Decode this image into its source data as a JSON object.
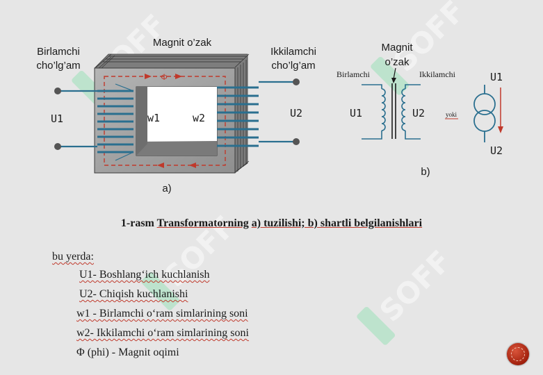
{
  "fig_a": {
    "primary_label_1": "Birlamchi",
    "primary_label_2": "cho’lg’am",
    "core_label": "Magnit o’zak",
    "secondary_label_1": "Ikkilamchi",
    "secondary_label_2": "cho’lg’am",
    "u1": "U1",
    "u2": "U2",
    "w1": "w1",
    "w2": "w2",
    "phi": "Φ",
    "tag": "a)"
  },
  "fig_b": {
    "core_label_1": "Magnit",
    "core_label_2": "o’zak",
    "primary": "Birlamchi",
    "secondary": "Ikkilamchi",
    "u1": "U1",
    "u2": "U2",
    "or": "yoki",
    "alt_u1": "U1",
    "alt_u2": "U2",
    "tag": "b)"
  },
  "caption": {
    "prefix": "1-rasm",
    "title": "Transformatorning",
    "a": "a) tuzilishi; b) shartli belgilanishlari"
  },
  "legend": {
    "intro": "bu yerda:",
    "items": [
      "U1- Boshlang‘ich kuchlanish",
      "U2- Chiqish kuchlanishi",
      "w1 - Birlamchi o‘ram simlarining soni",
      "w2- Ikkilamchi o‘ram simlarining soni",
      "Φ (phi) - Magnit oqimi"
    ]
  },
  "watermark": "SOFF",
  "colors": {
    "wire": "#2a6f8f",
    "core": "#8a8a8a",
    "flux": "#c0392b",
    "watermark": "#9be0b8"
  }
}
